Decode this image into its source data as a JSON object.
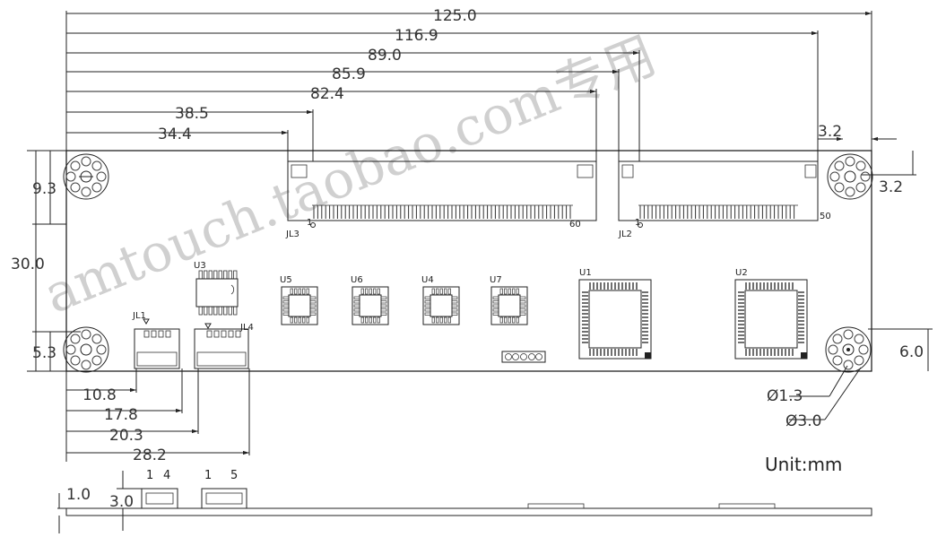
{
  "watermark": "amtouch.taobao.com专用",
  "unit_label": "Unit:mm",
  "dimensions": {
    "overall_width": "125.0",
    "d116": "116.9",
    "d89": "89.0",
    "d85": "85.9",
    "d82": "82.4",
    "d38": "38.5",
    "d34": "34.4",
    "height": "30.0",
    "top_offset": "9.3",
    "bottom_offset": "5.3",
    "hole_edge_x": "3.2",
    "hole_edge_y": "3.2",
    "right_offset": "6.0",
    "hole_inner": "Ø1.3",
    "hole_outer": "Ø3.0",
    "jl1_pos": "10.8",
    "jl1_end": "17.8",
    "jl4_pos": "20.3",
    "jl4_end": "28.2",
    "board_thickness": "1.0",
    "connector_height": "3.0"
  },
  "components": {
    "jl3": "JL3",
    "jl2": "JL2",
    "jl3_pin_start": "1",
    "jl3_pin_end": "60",
    "jl2_pin_start": "1",
    "jl2_pin_end": "50",
    "u1": "U1",
    "u2": "U2",
    "u3": "U3",
    "u4": "U4",
    "u5": "U5",
    "u6": "U6",
    "u7": "U7",
    "jl1": "JL1",
    "jl4": "JL4"
  },
  "side_view": {
    "conn1_pin_a": "1",
    "conn1_pin_b": "4",
    "conn2_pin_a": "1",
    "conn2_pin_b": "5"
  }
}
